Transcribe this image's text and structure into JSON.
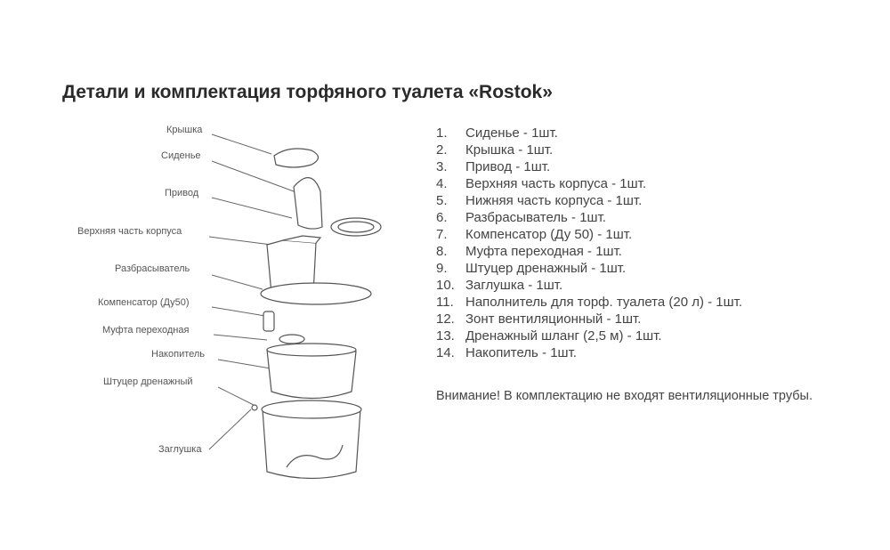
{
  "title": "Детали и комплектация торфяного туалета «Rostok»",
  "diagram_labels": [
    "Крышка",
    "Сиденье",
    "Привод",
    "Верхняя часть корпуса",
    "Разбрасыватель",
    "Компенсатор (Ду50)",
    "Муфта переходная",
    "Накопитель",
    "Штуцер дренажный",
    "Заглушка"
  ],
  "parts_list": [
    {
      "num": "1.",
      "text": "Сиденье - 1шт."
    },
    {
      "num": "2.",
      "text": "Крышка - 1шт."
    },
    {
      "num": "3.",
      "text": "Привод - 1шт."
    },
    {
      "num": "4.",
      "text": "Верхняя часть корпуса - 1шт."
    },
    {
      "num": "5.",
      "text": "Нижняя часть корпуса - 1шт."
    },
    {
      "num": "6.",
      "text": "Разбрасыватель - 1шт."
    },
    {
      "num": "7.",
      "text": "Компенсатор (Ду 50) - 1шт."
    },
    {
      "num": "8.",
      "text": "Муфта переходная - 1шт."
    },
    {
      "num": "9.",
      "text": "Штуцер дренажный - 1шт."
    },
    {
      "num": "10.",
      "text": "Заглушка - 1шт."
    },
    {
      "num": "11.",
      "text": "Наполнитель для торф. туалета (20 л) - 1шт."
    },
    {
      "num": "12.",
      "text": "Зонт вентиляционный - 1шт."
    },
    {
      "num": "13.",
      "text": "Дренажный шланг (2,5 м) - 1шт."
    },
    {
      "num": "14.",
      "text": "Накопитель - 1шт."
    }
  ],
  "note": "Внимание! В комплектацию не входят вентиляционные трубы.",
  "colors": {
    "text": "#444444",
    "title": "#2a2a2a",
    "line": "#666666"
  }
}
